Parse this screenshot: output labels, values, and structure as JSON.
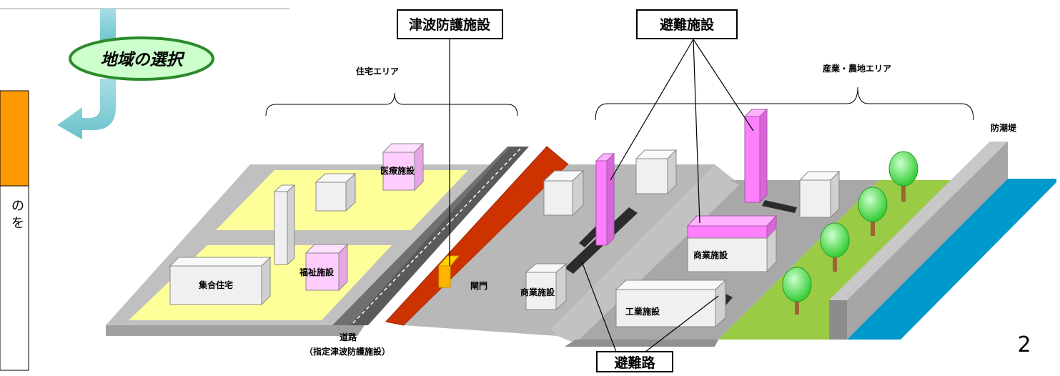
{
  "callouts": {
    "tsunami_protection": "津波防護施設",
    "evacuation_facility": "避難施設",
    "evacuation_route": "避難路"
  },
  "step": {
    "label": "地域の選択",
    "side_text_line1": "の",
    "side_text_line2": "を"
  },
  "areas": {
    "residential": "住宅エリア",
    "industrial_agricultural": "産業・農地エリア"
  },
  "facilities": {
    "medical": "医療施設",
    "welfare": "福祉施設",
    "apartment": "集合住宅",
    "floodgate": "閘門",
    "commercial_small": "商業施設",
    "commercial_large": "商業施設",
    "industrial": "工業施設",
    "seawall": "防潮堤"
  },
  "road": {
    "line1": "道路",
    "line2": "（指定津波防護施設）"
  },
  "page_number": "2",
  "colors": {
    "yellow_zone": "#ffff99",
    "ground_gray": "#c0c0c0",
    "embankment_red": "#cc3300",
    "pink_facility": "#ffccff",
    "tower_magenta": "#ff80ff",
    "farmland_green": "#99cc44",
    "sea_blue": "#0099cc",
    "orange_tab": "#ff9900",
    "ellipse_green": "#ccffcc",
    "arrow_cyan": "#80c8d0"
  }
}
